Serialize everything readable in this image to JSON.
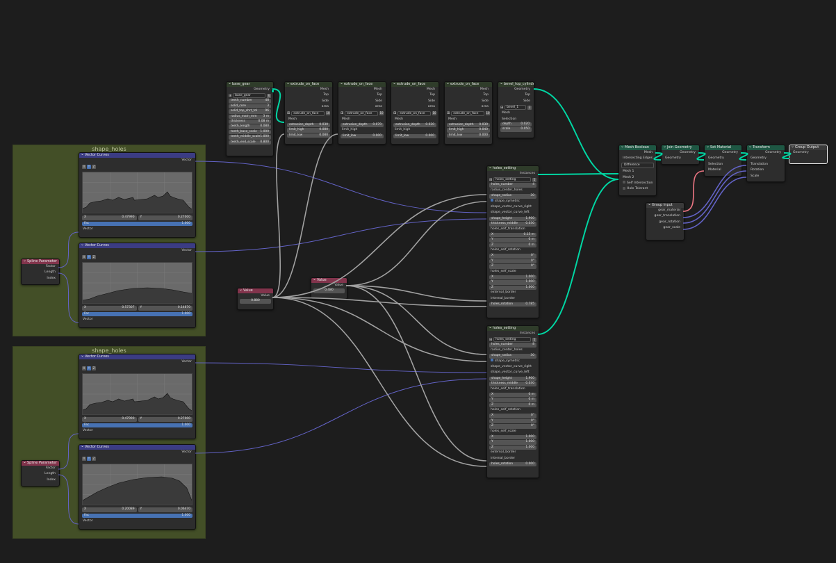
{
  "frames": [
    {
      "label": "shape_holes"
    },
    {
      "label": "shape_holes"
    }
  ],
  "base_gear": {
    "title": "base_gear",
    "out_geometry": "Geometry",
    "group_name": "base_gear",
    "group_users": "6",
    "inputs": [
      {
        "label": "teeth_number",
        "value": "48"
      },
      {
        "label": "solid_core",
        "value": "3"
      },
      {
        "label": "solid_top_shrt_tol",
        "value": "96"
      },
      {
        "label": "radius_main_mm",
        "value": "3 m"
      },
      {
        "label": "thickness",
        "value": "0.08 m"
      },
      {
        "label": "teeth_length",
        "value": "0.080"
      },
      {
        "label": "teeth_base_scale",
        "value": "1.000"
      },
      {
        "label": "teeth_middle_scale",
        "value": "1.000"
      },
      {
        "label": "teeth_end_scale",
        "value": "0.800"
      }
    ]
  },
  "extrude_nodes": [
    {
      "title": "extrude_on_face",
      "group": "extrude_on_face",
      "users": "10",
      "depth": "0.030",
      "high": "0.080",
      "low": "0.080"
    },
    {
      "title": "extrude_on_face",
      "group": "extrude_on_face",
      "users": "10",
      "depth": "0.070",
      "high": "",
      "low": "0.000"
    },
    {
      "title": "extrude_on_face",
      "group": "extrude_on_face",
      "users": "10",
      "depth": "0.030",
      "high": "",
      "low": "0.000"
    },
    {
      "title": "extrude_on_face",
      "group": "extrude_on_face",
      "users": "10",
      "depth": "0.030",
      "high": "0.040",
      "low": "0.000"
    }
  ],
  "extrude_labels": {
    "mesh": "Mesh",
    "top": "Top",
    "side": "Side",
    "area": "area",
    "depth": "extrusion_depth",
    "high": "limit_high",
    "low": "limit_low"
  },
  "bevel": {
    "title": "bevel_top_cylinder",
    "out_geometry": "Geometry",
    "out_top": "Top",
    "out_side": "Side",
    "group": "bevel_1",
    "users": "3",
    "in_mesh": "Mesh",
    "in_selection": "Selection",
    "depth_label": "depth",
    "depth": "0.020",
    "scale_label": "scale",
    "scale": "0.050"
  },
  "value_nodes": [
    {
      "title": "Value",
      "out": "Value",
      "value": "0.880"
    },
    {
      "title": "Value",
      "out": "Value",
      "value": "0.480"
    }
  ],
  "spline_params": [
    {
      "title": "Spline Parameter",
      "factor": "Factor",
      "length": "Length",
      "index": "Index"
    },
    {
      "title": "Spline Parameter",
      "factor": "Factor",
      "length": "Length",
      "index": "Index"
    }
  ],
  "vector_curves": [
    {
      "title": "Vector Curves",
      "out": "Vector",
      "x": "0.47990",
      "y": "0.27000",
      "fac_label": "Fac",
      "fac": "1.000",
      "in": "Vector"
    },
    {
      "title": "Vector Curves",
      "out": "Vector",
      "x": "0.57307",
      "y": "0.14870",
      "fac_label": "Fac",
      "fac": "1.000",
      "in": "Vector"
    },
    {
      "title": "Vector Curves",
      "out": "Vector",
      "x": "0.47990",
      "y": "0.27000",
      "fac_label": "Fac",
      "fac": "1.000",
      "in": "Vector"
    },
    {
      "title": "Vector Curves",
      "out": "Vector",
      "x": "0.20089",
      "y": "0.06470",
      "fac_label": "Fac",
      "fac": "1.000",
      "in": "Vector"
    }
  ],
  "curve_labels": {
    "x": "X",
    "y": "Y",
    "z": "Z",
    "xl": "X",
    "yl": "Y"
  },
  "holes": [
    {
      "title": "holes_setting",
      "out": "Instances",
      "group": "holes_setting",
      "users": "5",
      "holes_number": "4",
      "radius_center_holes_label": "radius_center_holes",
      "shape_radius_label": "shape_radius",
      "shape_radius": "30",
      "shape_symetric": "shape_symetric",
      "curve_right": "shape_vector_curve_right",
      "curve_left": "shape_vector_curve_left",
      "shape_height_label": "shape_height",
      "shape_height": "1.900",
      "thickness_label": "thickness_middle",
      "thickness": "0.030",
      "translation_label": "holes_self_translation",
      "tx": "0.15 m",
      "ty": "0 m",
      "tz": "0 m",
      "rotation_label": "holes_self_rotation",
      "rx": "0°",
      "ry": "0°",
      "rz": "0°",
      "scale_label": "holes_self_scale",
      "sx": "1.000",
      "sy": "1.000",
      "sz": "1.000",
      "external": "external_border",
      "internal": "internal_border",
      "rotation_val_label": "holes_rotation",
      "rotation_val": "0.785"
    },
    {
      "title": "holes_setting",
      "out": "Instances",
      "group": "holes_setting",
      "users": "5",
      "holes_number": "8",
      "radius_center_holes_label": "radius_center_holes",
      "shape_radius_label": "shape_radius",
      "shape_radius": "30",
      "shape_symetric": "shape_symetric",
      "curve_right": "shape_vector_curve_right",
      "curve_left": "shape_vector_curve_left",
      "shape_height_label": "shape_height",
      "shape_height": "1.900",
      "thickness_label": "thickness_middle",
      "thickness": "0.030",
      "translation_label": "holes_self_translation",
      "tx": "0 m",
      "ty": "0 m",
      "tz": "0 m",
      "rotation_label": "holes_self_rotation",
      "rx": "0°",
      "ry": "0°",
      "rz": "0°",
      "scale_label": "holes_self_scale",
      "sx": "1.000",
      "sy": "1.000",
      "sz": "1.000",
      "external": "external_border",
      "internal": "internal_border",
      "rotation_val_label": "holes_rotation",
      "rotation_val": "0.000"
    }
  ],
  "mesh_boolean": {
    "title": "Mesh Boolean",
    "out_mesh": "Mesh",
    "out_edges": "Intersecting Edges",
    "mode": "Difference",
    "in_mesh1": "Mesh 1",
    "in_mesh2": "Mesh 2",
    "self_intersection": "Self Intersection",
    "hole_tolerant": "Hole Tolerant"
  },
  "join_geometry": {
    "title": "Join Geometry",
    "out": "Geometry",
    "in": "Geometry"
  },
  "set_material": {
    "title": "Set Material",
    "out": "Geometry",
    "in_geo": "Geometry",
    "in_sel": "Selection",
    "in_mat": "Material"
  },
  "transform": {
    "title": "Transform",
    "out": "Geometry",
    "in_geo": "Geometry",
    "in_tr": "Translation",
    "in_rot": "Rotation",
    "in_scale": "Scale"
  },
  "group_output": {
    "title": "Group Output",
    "in": "Geometry"
  },
  "group_input": {
    "title": "Group Input",
    "outs": [
      "gear_material",
      "gear_translation",
      "gear_rotation",
      "gear_scale"
    ]
  },
  "colors": {
    "geometry": "#00d6a3",
    "vector": "#6363c7",
    "float": "#a1a1a1",
    "material": "#eb7582",
    "frame": "#434f27",
    "background": "#1d1d1d"
  }
}
